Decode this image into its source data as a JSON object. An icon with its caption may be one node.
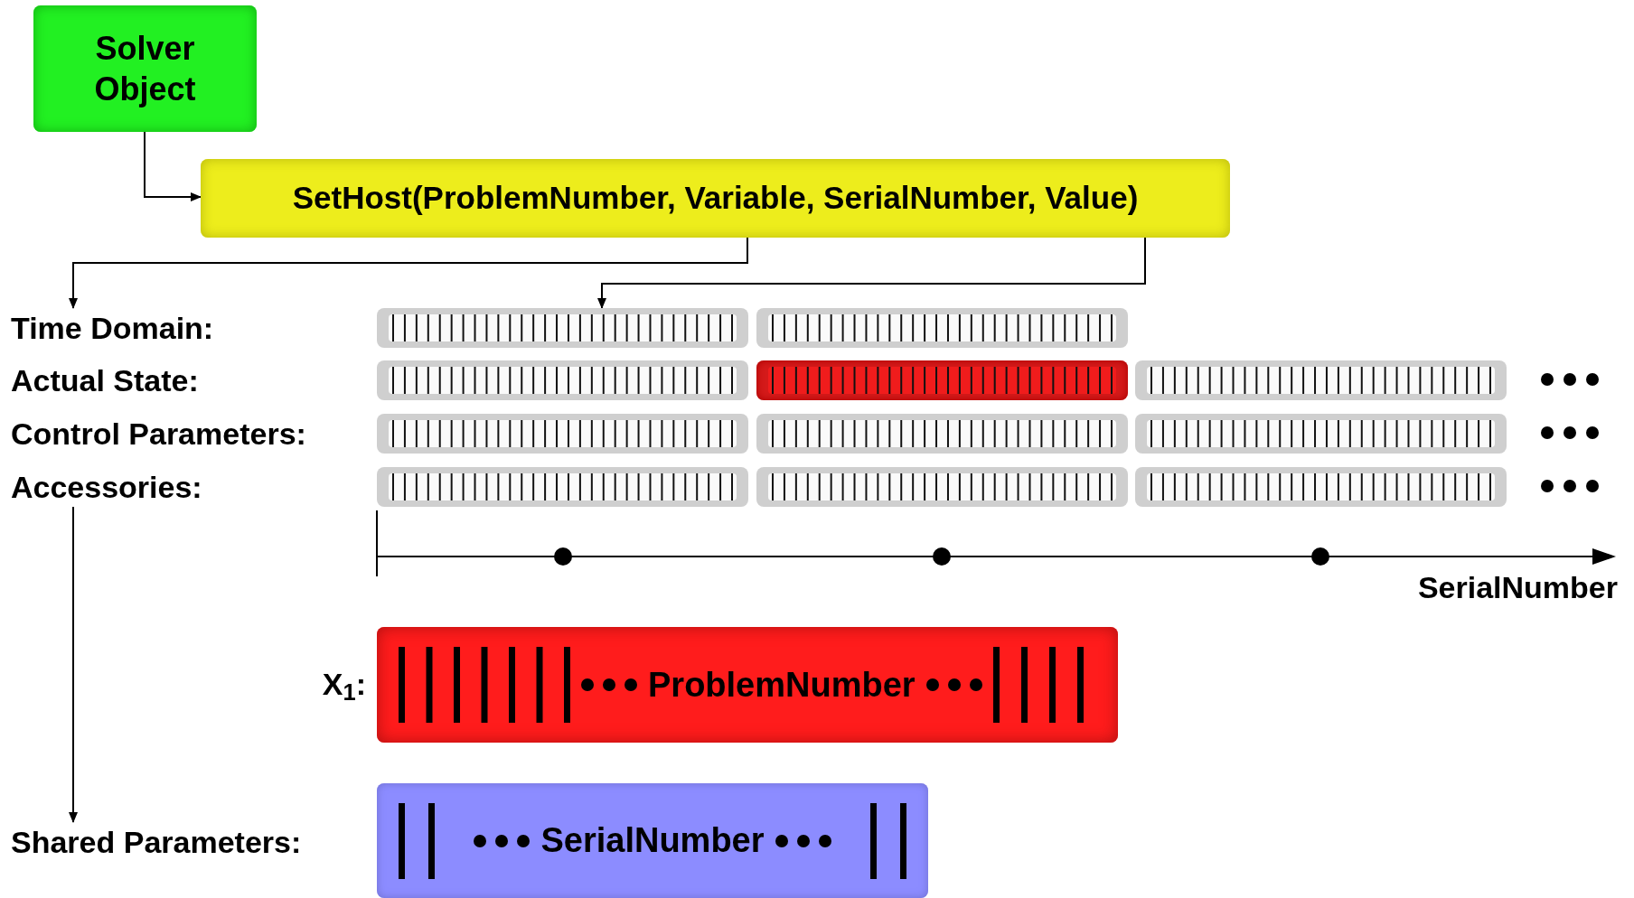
{
  "diagram": {
    "nodes": [
      {
        "text": [
          "Solver Object"
        ]
      },
      {
        "text": [
          "SetHost(ProblemNumber, Variable, SerialNumber, Value)"
        ]
      },
      {
        "text": [
          "Time Domain:"
        ]
      },
      {
        "text": [],
        "shape": "bar"
      },
      {
        "text": [],
        "shape": "bar"
      },
      {
        "text": [],
        "shape": "bar"
      },
      {
        "text": [],
        "shape": "bar"
      },
      {
        "text": [],
        "shape": "bar"
      },
      {
        "text": [],
        "shape": "bar"
      },
      {
        "text": [],
        "shape": "bar"
      },
      {
        "text": [],
        "shape": "bar"
      },
      {
        "text": [
          "Accessories:"
        ]
      },
      {
        "text": [],
        "shape": "bar"
      },
      {
        "text": [],
        "shape": "bar"
      },
      {
        "text": [],
        "shape": "bar"
      },
      {
        "text": [
          "ProblemNumber"
        ],
        "beside": [
          "X$_{1}$:"
        ]
      },
      {
        "text": [
          "Shared Parameters:"
        ]
      },
      {
        "text": [
          "SerialNumber"
        ]
      }
    ],
    "edges": [
      {
        "from": 0,
        "to": 1,
        "arrow": "to"
      },
      {
        "from": 1,
        "to": 2,
        "arrow": "to"
      },
      {
        "from": 1,
        "to": 3,
        "arrow": "to"
      },
      {
        "from": 11,
        "to": 16,
        "arrow": "to"
      }
    ],
    "labels": [
      "Actual State:",
      "Control Parameters:",
      "SerialNumber"
    ]
  }
}
